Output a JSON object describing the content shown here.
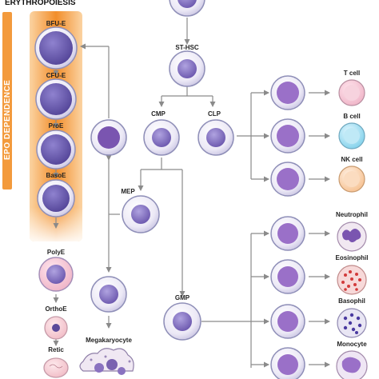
{
  "title": "ERYTHROPOIESIS",
  "epo_label": "EPO DEPENDENCE",
  "colors": {
    "orange_band": "#f39a3c",
    "arrow": "#8a8a8a",
    "cell_outline": "#8f8fb8",
    "nucleus": "#7a66b8",
    "neutrophil": "#7a55b0",
    "eosinophil": "#d23a3a",
    "basophil": "#4a3aa0",
    "monocyte": "#9a70c8"
  },
  "labels": {
    "bfu_e": "BFU-E",
    "cfu_e": "CFU-E",
    "proe": "ProE",
    "basoe": "BasoE",
    "polye": "PolyE",
    "orthoe": "OrthoE",
    "retic": "Retic",
    "st_hsc": "ST-HSC",
    "cmp": "CMP",
    "clp": "CLP",
    "mep": "MEP",
    "gmp": "GMP",
    "megakaryocyte": "Megakaryocyte",
    "t_cell": "T cell",
    "b_cell": "B cell",
    "nk_cell": "NK cell",
    "neutrophil": "Neutrophil",
    "eosinophil": "Eosinophil",
    "basophil": "Basophil",
    "monocyte": "Monocyte"
  }
}
